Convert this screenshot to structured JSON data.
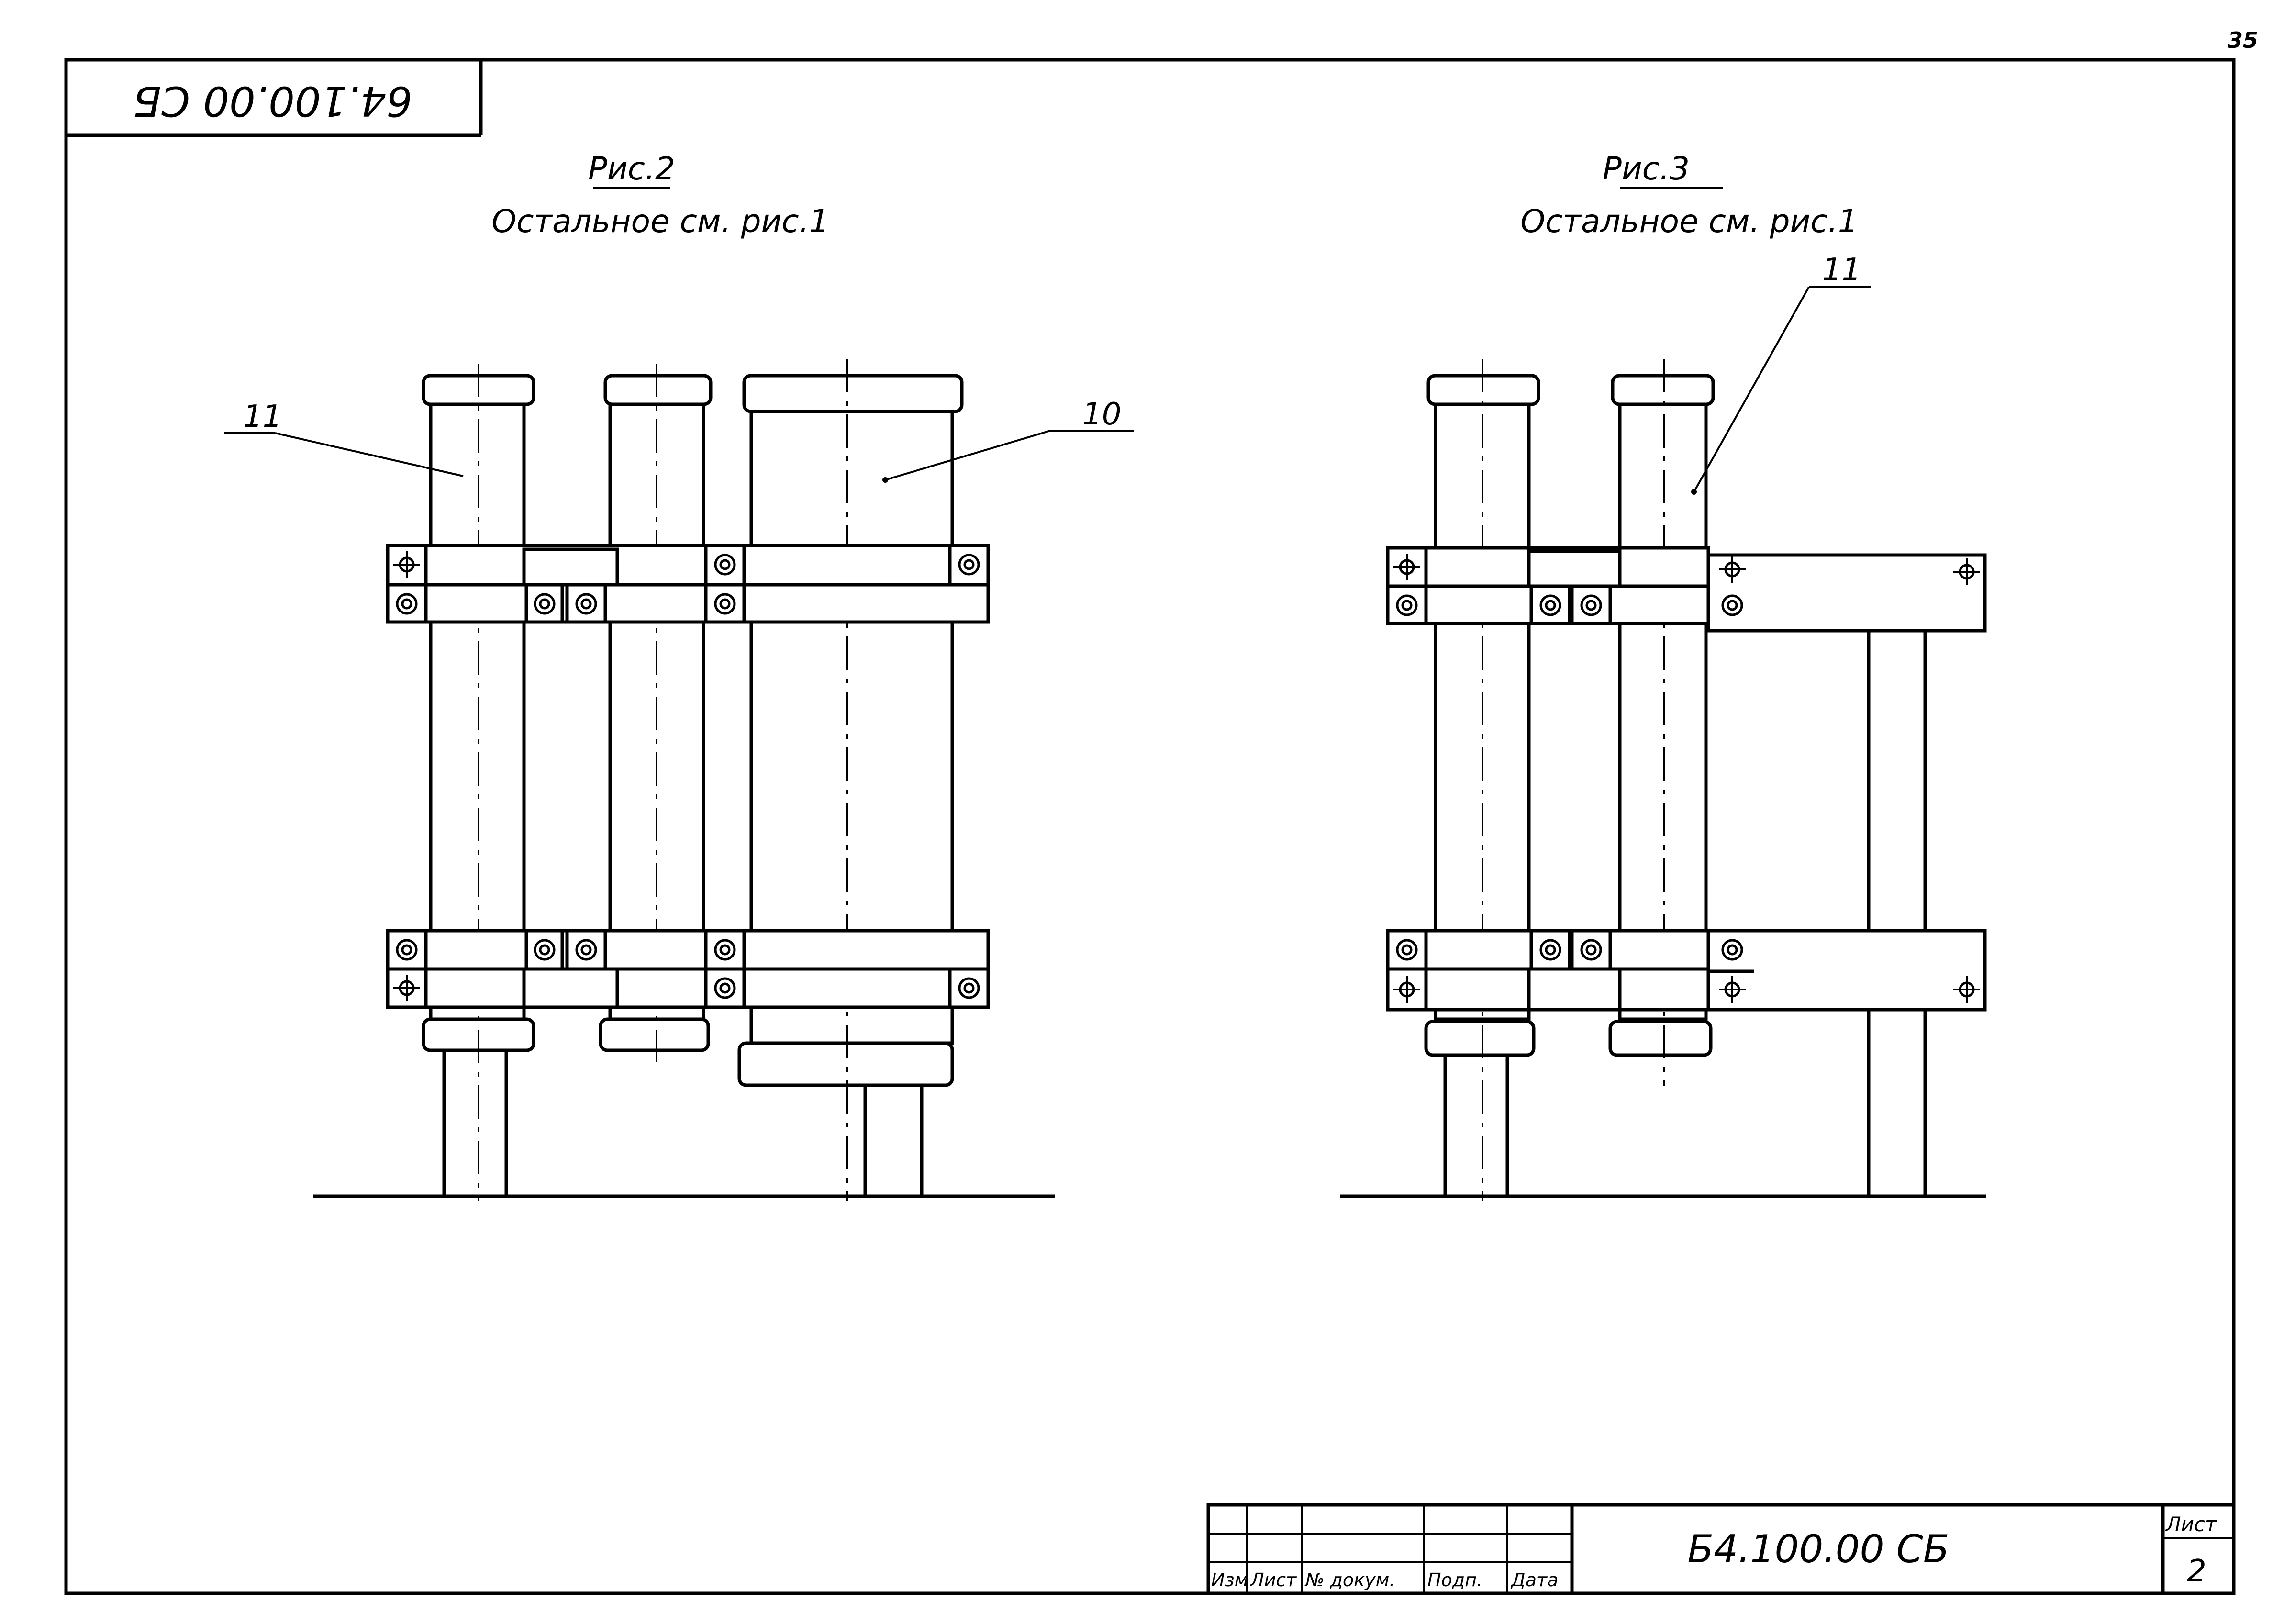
{
  "sheet": {
    "page_number": "35",
    "stamp_code": "64.100.00 СБ",
    "figure_2": {
      "caption": "Рис.2",
      "subcaption": "Остальное см. рис.1",
      "leaders": [
        "11",
        "10"
      ]
    },
    "figure_3": {
      "caption": "Рис.3",
      "subcaption": "Остальное см. рис.1",
      "leaders": [
        "11"
      ]
    },
    "title_block": {
      "headers": [
        "Изм",
        "Лист",
        "№ докум.",
        "Подп.",
        "Дата"
      ],
      "document_code": "Б4.100.00 СБ",
      "sheet_label": "Лист",
      "sheet_number": "2"
    }
  }
}
